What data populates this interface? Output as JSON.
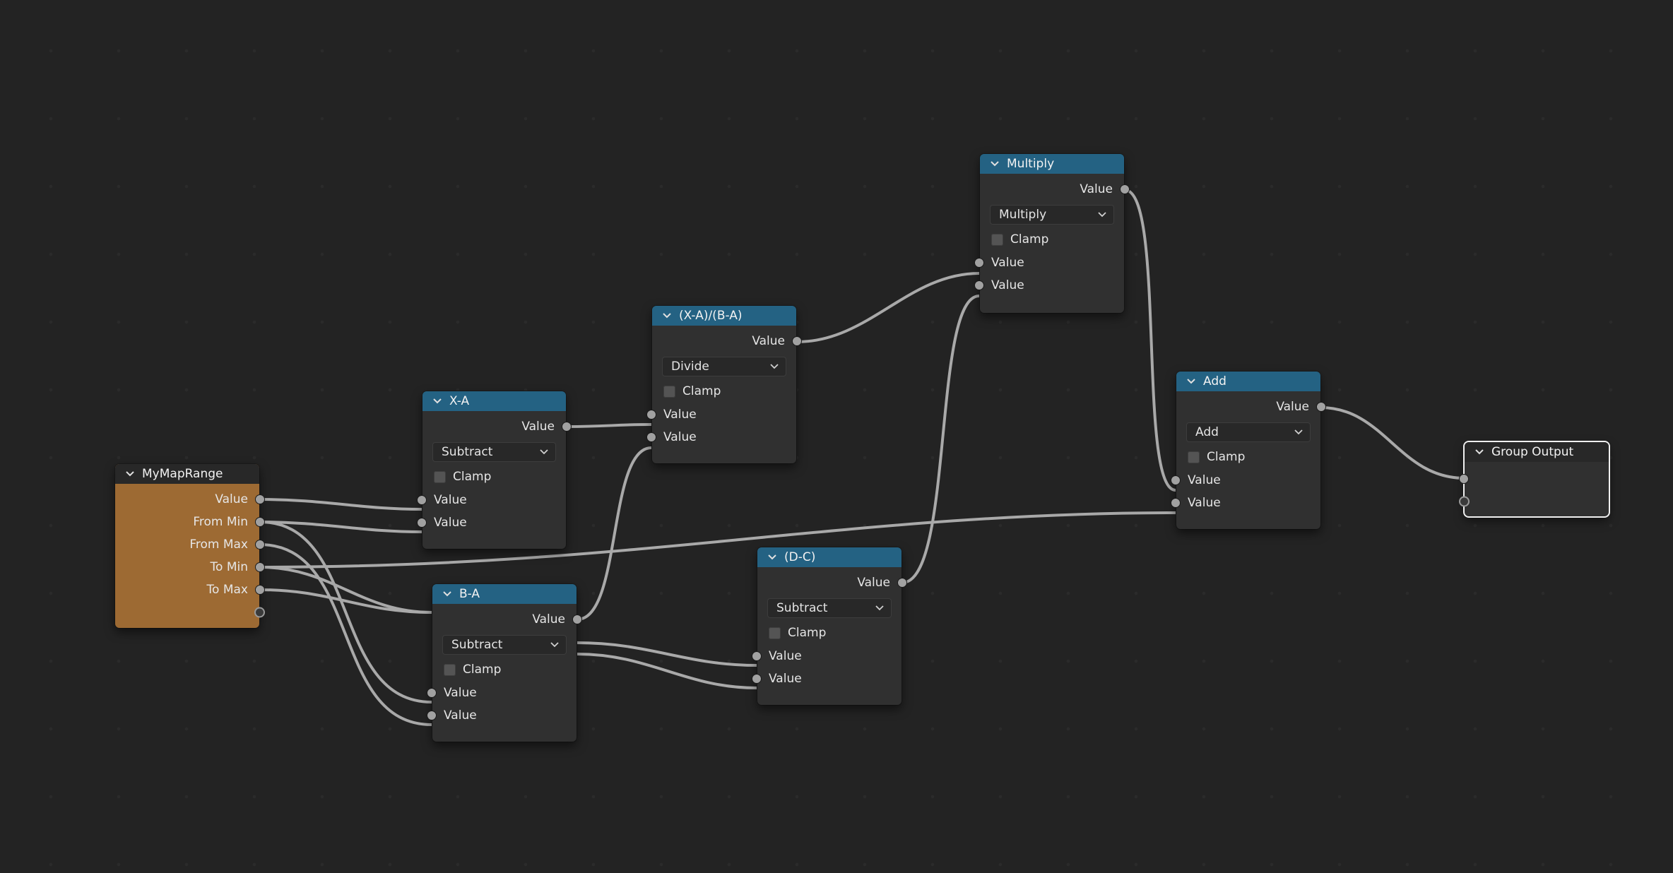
{
  "colors": {
    "background": "#232323",
    "math_header": "#246283",
    "group_input_body": "#9d6a33",
    "link": "#a9a9a9",
    "group_output_border": "#f0f0f0"
  },
  "nodes": {
    "group_input": {
      "title": "MyMapRange",
      "outputs": [
        "Value",
        "From Min",
        "From Max",
        "To Min",
        "To Max"
      ]
    },
    "x_a": {
      "title": "X-A",
      "output": "Value",
      "operation": "Subtract",
      "clamp": "Clamp",
      "inputs": [
        "Value",
        "Value"
      ]
    },
    "b_a": {
      "title": "B-A",
      "output": "Value",
      "operation": "Subtract",
      "clamp": "Clamp",
      "inputs": [
        "Value",
        "Value"
      ]
    },
    "divide": {
      "title": "(X-A)/(B-A)",
      "output": "Value",
      "operation": "Divide",
      "clamp": "Clamp",
      "inputs": [
        "Value",
        "Value"
      ]
    },
    "d_c": {
      "title": "(D-C)",
      "output": "Value",
      "operation": "Subtract",
      "clamp": "Clamp",
      "inputs": [
        "Value",
        "Value"
      ]
    },
    "multiply": {
      "title": "Multiply",
      "output": "Value",
      "operation": "Multiply",
      "clamp": "Clamp",
      "inputs": [
        "Value",
        "Value"
      ]
    },
    "add": {
      "title": "Add",
      "output": "Value",
      "operation": "Add",
      "clamp": "Clamp",
      "inputs": [
        "Value",
        "Value"
      ]
    },
    "group_output": {
      "title": "Group Output"
    }
  },
  "icons": {
    "collapse": "chevron-down-icon",
    "dropdown": "chevron-down-icon"
  }
}
